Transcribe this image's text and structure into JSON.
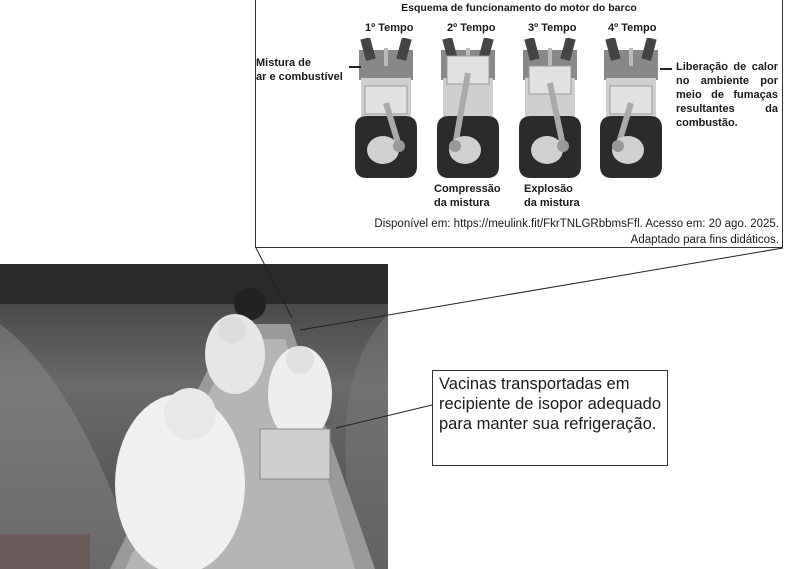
{
  "diagram": {
    "title": "Esquema de funcionamento do motor do barco",
    "strokes": [
      {
        "label": "1º Tempo"
      },
      {
        "label": "2º Tempo"
      },
      {
        "label": "3º Tempo"
      },
      {
        "label": "4º Tempo"
      }
    ],
    "left_label": [
      "Mistura de",
      "ar e combustível"
    ],
    "right_label": [
      "Liberação de calor",
      "no ambiente por",
      "meio de fumaças",
      "resultantes da",
      "combustão."
    ],
    "caption_2": [
      "Compressão",
      "da mistura"
    ],
    "caption_3": [
      "Explosão",
      "da mistura"
    ],
    "source": [
      "Disponível em: https://meulink.fit/FkrTNLGRbbmsFfl. Acesso em: 20 ago. 2025.",
      "Adaptado para fins didáticos."
    ]
  },
  "callout": {
    "text": "Vacinas transportadas em recipiente de isopor adequado para manter sua refrigeração."
  }
}
